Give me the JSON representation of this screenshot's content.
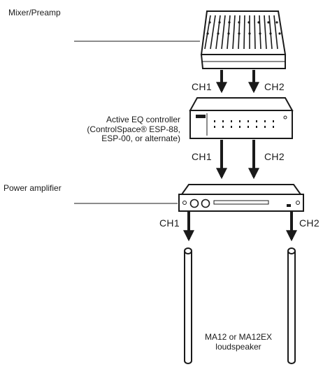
{
  "devices": {
    "mixer": {
      "label": "Mixer/Preamp"
    },
    "eq": {
      "label_lines": [
        "Active EQ controller",
        "(ControlSpace® ESP-88,",
        "ESP-00, or alternate)"
      ]
    },
    "amplifier": {
      "label": "Power amplifier"
    },
    "speakers": {
      "label_lines": [
        "MA12 or MA12EX",
        "loudspeaker"
      ]
    }
  },
  "channels": {
    "mixer_to_eq": [
      "CH1",
      "CH2"
    ],
    "eq_to_amp": [
      "CH1",
      "CH2"
    ],
    "amp_to_speakers": [
      "CH1",
      "CH2"
    ]
  },
  "colors": {
    "line": "#1a1a1a",
    "fill": "#ffffff"
  }
}
